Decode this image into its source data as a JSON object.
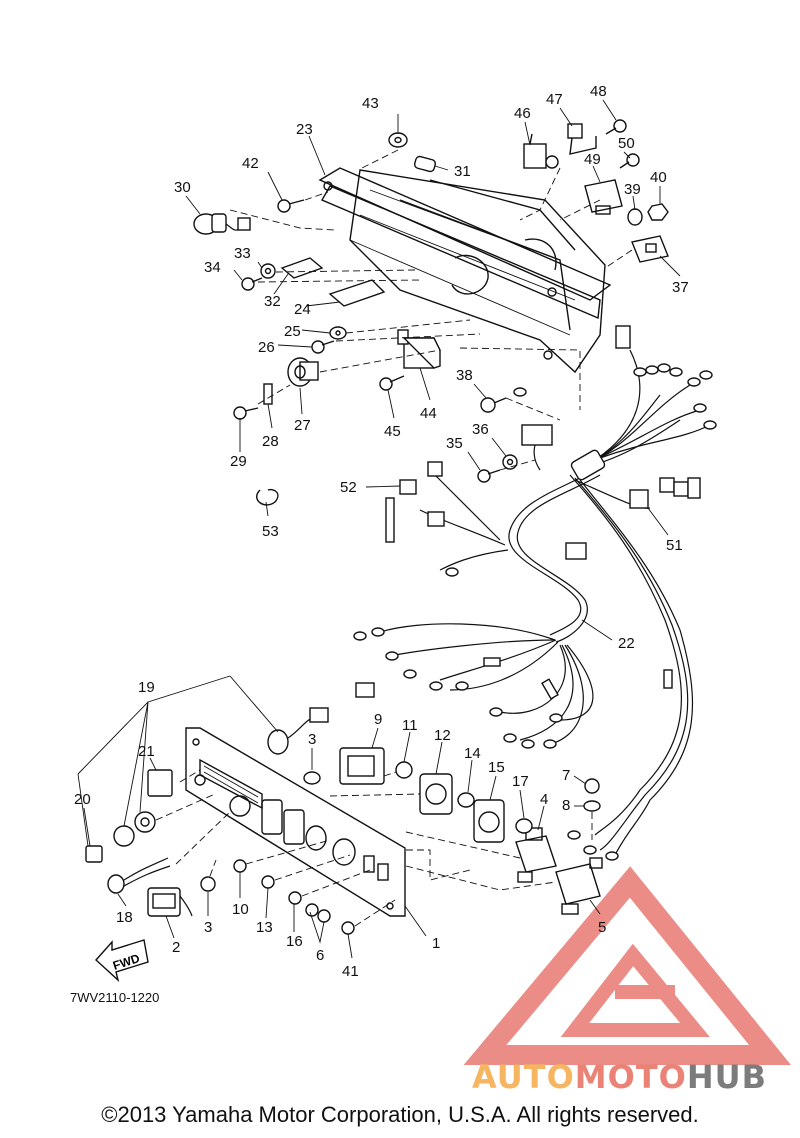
{
  "diagram": {
    "part_code": "7WV2110-1220",
    "copyright": "©2013 Yamaha Motor Corporation, U.S.A. All rights reserved.",
    "direction_label": "FWD",
    "watermark": {
      "part1": "AUTO",
      "part2": "MOTO",
      "part3": "HUB",
      "color_auto": "#f5b561",
      "color_moto": "#ea8275",
      "color_hub": "#7c7c7c",
      "logo_color": "#e9817a"
    },
    "callouts": {
      "c1": "1",
      "c2": "2",
      "c3a": "3",
      "c3b": "3",
      "c4": "4",
      "c5": "5",
      "c6": "6",
      "c7": "7",
      "c8": "8",
      "c9": "9",
      "c10": "10",
      "c11": "11",
      "c12": "12",
      "c13": "13",
      "c14": "14",
      "c15": "15",
      "c16": "16",
      "c17": "17",
      "c18": "18",
      "c19": "19",
      "c20": "20",
      "c21": "21",
      "c22": "22",
      "c23": "23",
      "c24": "24",
      "c25": "25",
      "c26": "26",
      "c27": "27",
      "c28": "28",
      "c29": "29",
      "c30": "30",
      "c31": "31",
      "c32": "32",
      "c33": "33",
      "c34": "34",
      "c35": "35",
      "c36": "36",
      "c37": "37",
      "c38": "38",
      "c39": "39",
      "c40": "40",
      "c41": "41",
      "c42": "42",
      "c43": "43",
      "c44": "44",
      "c45": "45",
      "c46": "46",
      "c47": "47",
      "c48": "48",
      "c49": "49",
      "c50": "50",
      "c51": "51",
      "c52": "52",
      "c53": "53"
    }
  }
}
